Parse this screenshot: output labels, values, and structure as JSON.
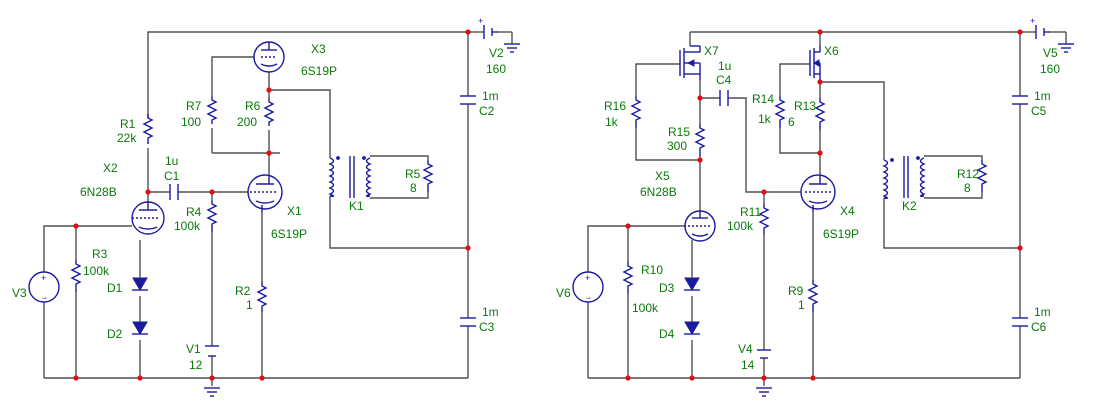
{
  "circuits": [
    {
      "id": "left",
      "components": {
        "X3": {
          "ref": "X3",
          "value": "6S19P"
        },
        "V2": {
          "ref": "V2",
          "value": "160"
        },
        "R7": {
          "ref": "R7",
          "value": "100"
        },
        "R6": {
          "ref": "R6",
          "value": "200"
        },
        "R1": {
          "ref": "R1",
          "value": "22k"
        },
        "C2": {
          "ref": "C2",
          "value": "1m"
        },
        "X2": {
          "ref": "X2",
          "value": "6N28B"
        },
        "C1": {
          "ref": "C1",
          "value": "1u"
        },
        "R5": {
          "ref": "R5",
          "value": "8"
        },
        "R4": {
          "ref": "R4",
          "value": "100k"
        },
        "X1": {
          "ref": "X1",
          "value": "6S19P"
        },
        "K1": {
          "ref": "K1"
        },
        "R3": {
          "ref": "R3",
          "value": "100k"
        },
        "V3": {
          "ref": "V3"
        },
        "D1": {
          "ref": "D1"
        },
        "D2": {
          "ref": "D2"
        },
        "R2": {
          "ref": "R2",
          "value": "1"
        },
        "C3": {
          "ref": "C3",
          "value": "1m"
        },
        "V1": {
          "ref": "V1",
          "value": "12"
        }
      }
    },
    {
      "id": "right",
      "components": {
        "X7": {
          "ref": "X7"
        },
        "X6": {
          "ref": "X6"
        },
        "V5": {
          "ref": "V5",
          "value": "160"
        },
        "C4": {
          "ref": "C4",
          "value": "1u"
        },
        "R16": {
          "ref": "R16",
          "value": "1k"
        },
        "R14": {
          "ref": "R14",
          "value": "1k"
        },
        "R13": {
          "ref": "R13",
          "value": "6"
        },
        "C5": {
          "ref": "C5",
          "value": "1m"
        },
        "R15": {
          "ref": "R15",
          "value": "300"
        },
        "X5": {
          "ref": "X5",
          "value": "6N28B"
        },
        "R12": {
          "ref": "R12",
          "value": "8"
        },
        "R11": {
          "ref": "R11",
          "value": "100k"
        },
        "X4": {
          "ref": "X4",
          "value": "6S19P"
        },
        "K2": {
          "ref": "K2"
        },
        "R10": {
          "ref": "R10",
          "value": "100k"
        },
        "V6": {
          "ref": "V6"
        },
        "D3": {
          "ref": "D3"
        },
        "D4": {
          "ref": "D4"
        },
        "R9": {
          "ref": "R9",
          "value": "1"
        },
        "C6": {
          "ref": "C6",
          "value": "1m"
        },
        "V4": {
          "ref": "V4",
          "value": "14"
        }
      }
    }
  ]
}
